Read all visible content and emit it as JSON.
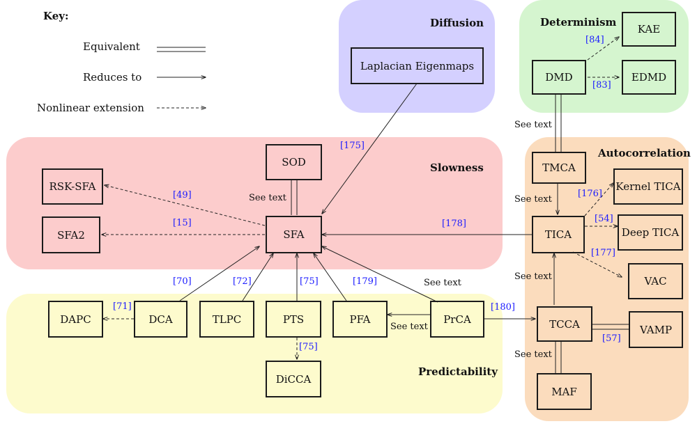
{
  "key": {
    "title": "Key:",
    "equivalent": "Equivalent",
    "reduces_to": "Reduces to",
    "nonlinear": "Nonlinear extension"
  },
  "regions": {
    "diffusion": "Diffusion",
    "determinism": "Determinism",
    "slowness": "Slowness",
    "autocorrelation": "Autocorrelation",
    "predictability": "Predictability"
  },
  "colors": {
    "diffusion": "#d4d0ff",
    "determinism": "#d5f5cf",
    "slowness": "#fccccc",
    "autocorrelation": "#fbdcbd",
    "predictability": "#fdfbcd",
    "citation": "#1a1aff"
  },
  "nodes": {
    "laplacian": "Laplacian Eigenmaps",
    "kae": "KAE",
    "dmd": "DMD",
    "edmd": "EDMD",
    "sod": "SOD",
    "rsk_sfa": "RSK-SFA",
    "sfa": "SFA",
    "sfa2": "SFA2",
    "tmca": "TMCA",
    "kernel_tica": "Kernel TICA",
    "tica": "TICA",
    "deep_tica": "Deep TICA",
    "vac": "VAC",
    "dapc": "DAPC",
    "dca": "DCA",
    "tlpc": "TLPC",
    "pts": "PTS",
    "pfa": "PFA",
    "prca": "PrCA",
    "tcca": "TCCA",
    "vamp": "VAMP",
    "diccca": "DiCCA",
    "maf": "MAF"
  },
  "refs": {
    "r84": "[84]",
    "r83": "[83]",
    "r175": "[175]",
    "r49": "[49]",
    "r15": "[15]",
    "r178": "[178]",
    "r176": "[176]",
    "r54": "[54]",
    "r177": "[177]",
    "r70": "[70]",
    "r72": "[72]",
    "r75a": "[75]",
    "r179": "[179]",
    "r71": "[71]",
    "r180": "[180]",
    "r75b": "[75]",
    "r57": "[57]"
  },
  "see_text": "See text"
}
